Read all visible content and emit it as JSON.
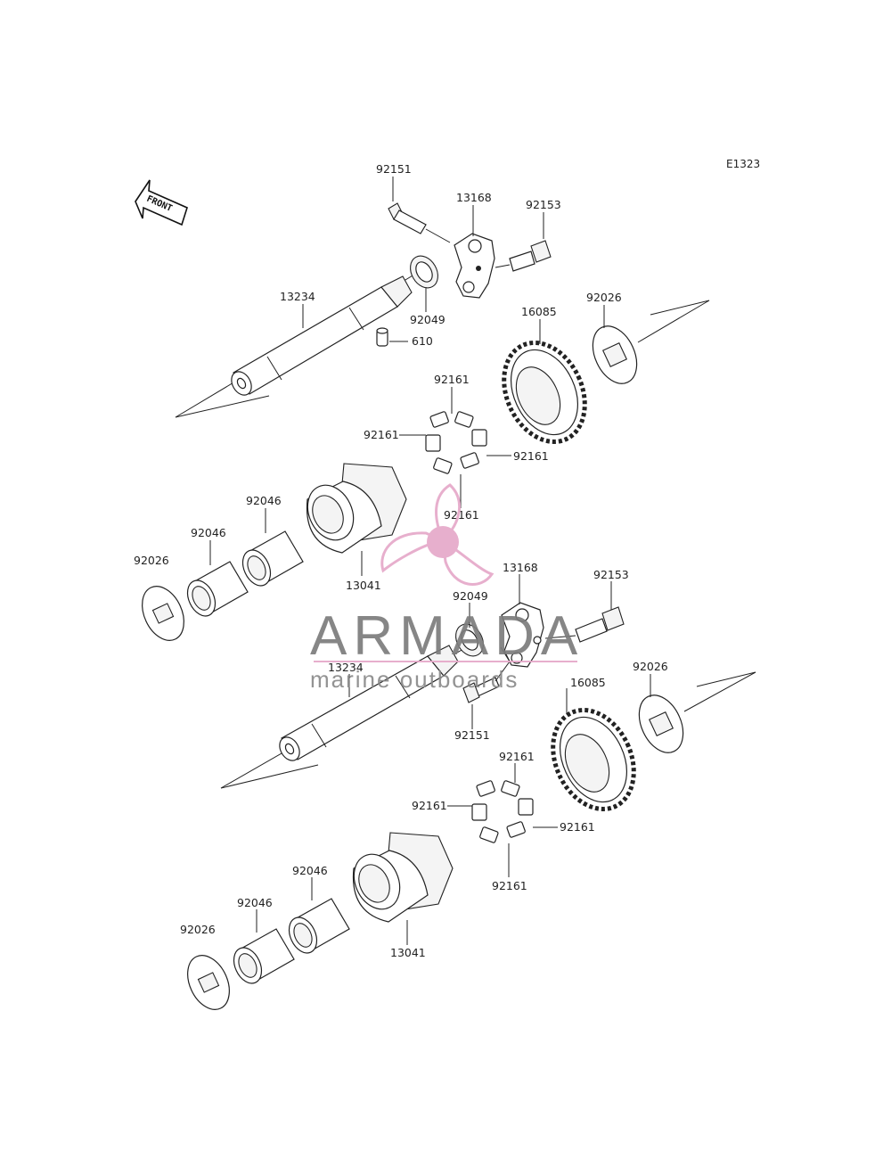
{
  "diagram": {
    "ref_code": "E1323",
    "front_label": "FRONT",
    "upper_assembly": {
      "labels": [
        "92151",
        "13168",
        "92153",
        "13234",
        "92049",
        "610",
        "16085",
        "92026",
        "92161",
        "92161",
        "92161",
        "92161",
        "92046",
        "92046",
        "92026",
        "13041"
      ]
    },
    "lower_assembly": {
      "labels": [
        "13168",
        "92153",
        "92049",
        "13234",
        "16085",
        "92026",
        "92151",
        "92161",
        "92161",
        "92161",
        "92161",
        "92046",
        "92046",
        "92026",
        "13041"
      ]
    }
  },
  "watermark": {
    "title": "ARMADA",
    "subtitle": "marine outboards",
    "colors": {
      "propeller": "#e6a9c9",
      "text": "#7c7c7c",
      "line": "#e6a9c9"
    }
  }
}
